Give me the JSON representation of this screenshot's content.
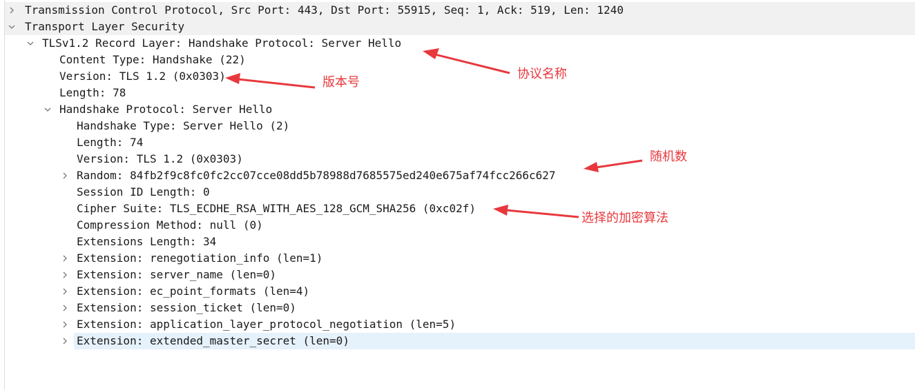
{
  "tree": [
    {
      "text": "Transmission Control Protocol, Src Port: 443, Dst Port: 55915, Seq: 1, Ack: 519, Len: 1240",
      "toggle": "collapsed"
    },
    {
      "text": "Transport Layer Security",
      "toggle": "expanded"
    },
    {
      "text": "TLSv1.2 Record Layer: Handshake Protocol: Server Hello",
      "toggle": "expanded"
    },
    {
      "text": "Content Type: Handshake (22)",
      "toggle": "none"
    },
    {
      "text": "Version: TLS 1.2 (0x0303)",
      "toggle": "none"
    },
    {
      "text": "Length: 78",
      "toggle": "none"
    },
    {
      "text": "Handshake Protocol: Server Hello",
      "toggle": "expanded"
    },
    {
      "text": "Handshake Type: Server Hello (2)",
      "toggle": "none"
    },
    {
      "text": "Length: 74",
      "toggle": "none"
    },
    {
      "text": "Version: TLS 1.2 (0x0303)",
      "toggle": "none"
    },
    {
      "text": "Random: 84fb2f9c8fc0fc2cc07cce08dd5b78988d7685575ed240e675af74fcc266c627",
      "toggle": "collapsed"
    },
    {
      "text": "Session ID Length: 0",
      "toggle": "none"
    },
    {
      "text": "Cipher Suite: TLS_ECDHE_RSA_WITH_AES_128_GCM_SHA256 (0xc02f)",
      "toggle": "none"
    },
    {
      "text": "Compression Method: null (0)",
      "toggle": "none"
    },
    {
      "text": "Extensions Length: 34",
      "toggle": "none"
    },
    {
      "text": "Extension: renegotiation_info (len=1)",
      "toggle": "collapsed"
    },
    {
      "text": "Extension: server_name (len=0)",
      "toggle": "collapsed"
    },
    {
      "text": "Extension: ec_point_formats (len=4)",
      "toggle": "collapsed"
    },
    {
      "text": "Extension: session_ticket (len=0)",
      "toggle": "collapsed"
    },
    {
      "text": "Extension: application_layer_protocol_negotiation (len=5)",
      "toggle": "collapsed"
    },
    {
      "text": "Extension: extended_master_secret (len=0)",
      "toggle": "collapsed"
    }
  ],
  "annotations": {
    "protocol_name": "协议名称",
    "version": "版本号",
    "random": "随机数",
    "cipher": "选择的加密算法"
  },
  "colors": {
    "annotation": "#e8383d",
    "selected_row": "#e5f1fb",
    "banded_row": "#f1f1f1"
  }
}
